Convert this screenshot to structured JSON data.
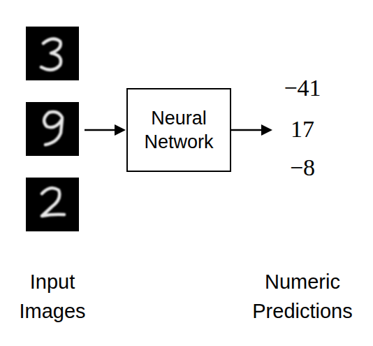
{
  "diagram": {
    "nodes": [
      {
        "text": [
          "Neural Network"
        ]
      }
    ],
    "labels": [
      "−41",
      "17",
      "−8",
      "Input Images",
      "Numeric Predictions"
    ]
  }
}
